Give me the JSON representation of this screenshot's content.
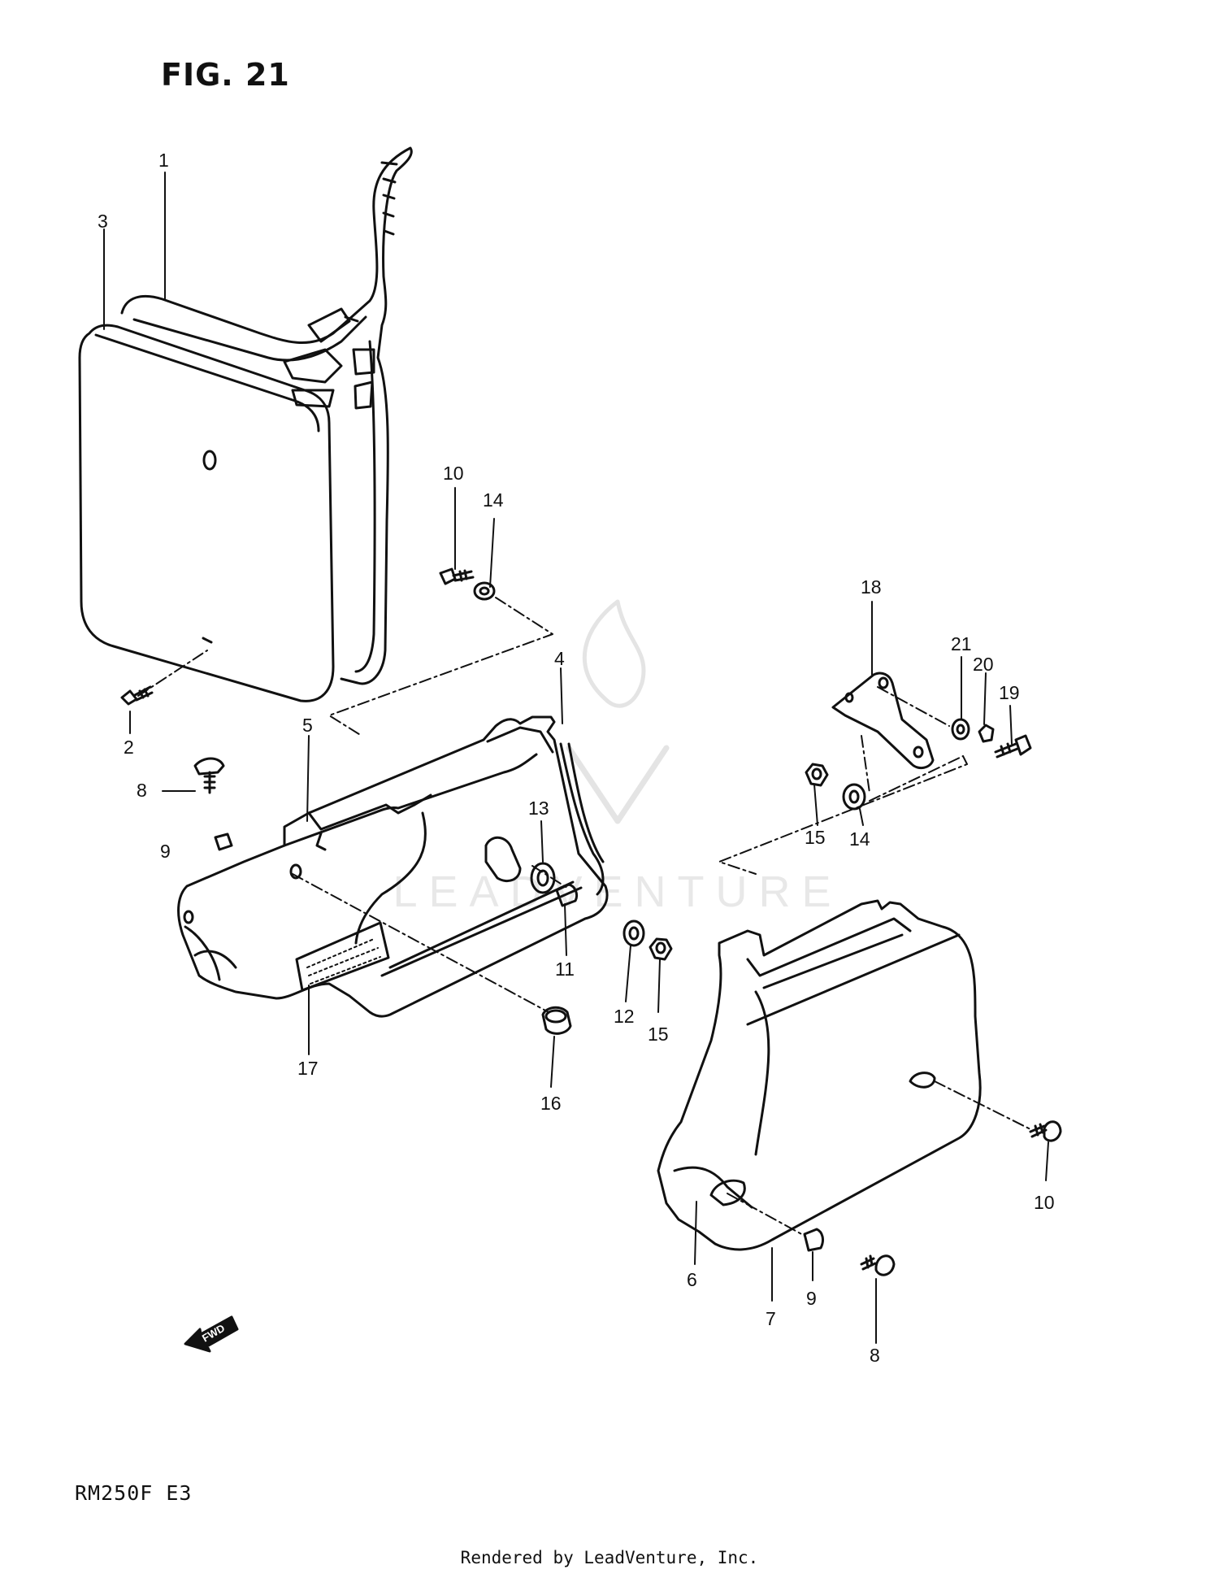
{
  "figure": {
    "title": "FIG. 21"
  },
  "model_code": "RM250F  E3",
  "watermark": "LEADVENTURE",
  "direction_arrow": "FWD",
  "footer": "Rendered by LeadVenture, Inc.",
  "callouts": [
    {
      "id": "c1",
      "text": "1"
    },
    {
      "id": "c3",
      "text": "3"
    },
    {
      "id": "c2",
      "text": "2"
    },
    {
      "id": "c8a",
      "text": "8"
    },
    {
      "id": "c9a",
      "text": "9"
    },
    {
      "id": "c5",
      "text": "5"
    },
    {
      "id": "c4",
      "text": "4"
    },
    {
      "id": "c10a",
      "text": "10"
    },
    {
      "id": "c14a",
      "text": "14"
    },
    {
      "id": "c13",
      "text": "13"
    },
    {
      "id": "c11",
      "text": "11"
    },
    {
      "id": "c17",
      "text": "17"
    },
    {
      "id": "c16",
      "text": "16"
    },
    {
      "id": "c12",
      "text": "12"
    },
    {
      "id": "c15a",
      "text": "15"
    },
    {
      "id": "c18",
      "text": "18"
    },
    {
      "id": "c21",
      "text": "21"
    },
    {
      "id": "c20",
      "text": "20"
    },
    {
      "id": "c19",
      "text": "19"
    },
    {
      "id": "c15b",
      "text": "15"
    },
    {
      "id": "c14b",
      "text": "14"
    },
    {
      "id": "c10b",
      "text": "10"
    },
    {
      "id": "c6",
      "text": "6"
    },
    {
      "id": "c7",
      "text": "7"
    },
    {
      "id": "c9b",
      "text": "9"
    },
    {
      "id": "c8b",
      "text": "8"
    }
  ]
}
